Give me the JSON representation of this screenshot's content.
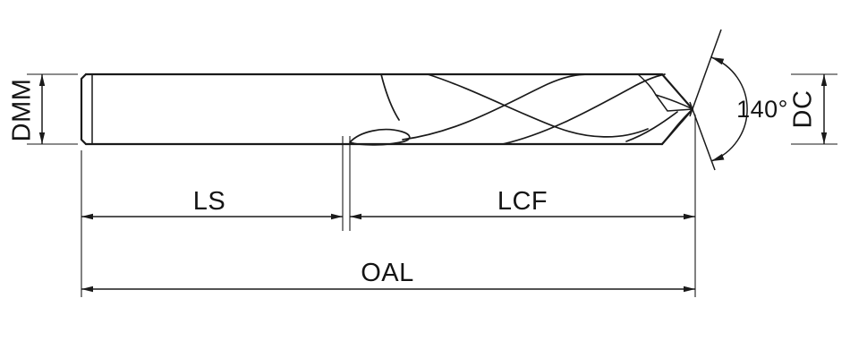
{
  "diagram": {
    "type": "technical-drawing",
    "labels": {
      "shank_diameter": "DMM",
      "cutting_diameter": "DC",
      "point_angle": "140°",
      "shank_length": "LS",
      "flute_length": "LCF",
      "overall_length": "OAL"
    },
    "colors": {
      "line": "#1a1a1a",
      "background": "#ffffff"
    }
  }
}
